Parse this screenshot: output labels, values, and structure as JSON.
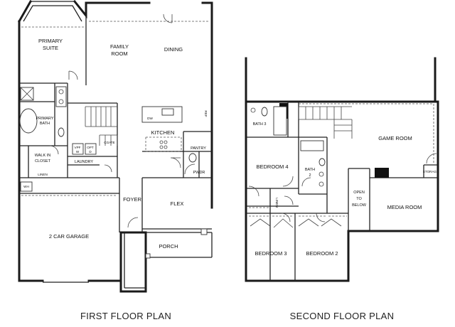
{
  "first_floor": {
    "caption": "FIRST FLOOR PLAN",
    "rooms": {
      "primary_suite_1": "PRIMARY",
      "primary_suite_2": "SUITE",
      "family_room_1": "FAMILY",
      "family_room_2": "ROOM",
      "dining": "DINING",
      "primary_bath_1": "PRIMARY",
      "primary_bath_2": "BATH",
      "kitchen": "KITCHEN",
      "dw": "DW",
      "ref": "REF",
      "walk_in_closet_1": "WALK IN",
      "walk_in_closet_2": "CLOSET",
      "linen": "LINEN",
      "vpf_w_1": "VPF",
      "vpf_w_2": "W",
      "vpf_d_1": "OPT",
      "vpf_d_2": "D",
      "cgate": "CGATE",
      "laundry": "LAUNDRY",
      "pantry": "PANTRY",
      "pwdr": "PWDR",
      "wh": "WH",
      "foyer": "FOYER",
      "flex": "FLEX",
      "garage": "2 CAR GARAGE",
      "porch": "PORCH"
    }
  },
  "second_floor": {
    "caption": "SECOND FLOOR PLAN",
    "rooms": {
      "bath_3": "BATH 3",
      "game_room": "GAME ROOM",
      "bedroom_4": "BEDROOM 4",
      "bath_2_1": "BATH",
      "bath_2_2": "2",
      "open_to_below_1": "OPEN",
      "open_to_below_2": "TO",
      "open_to_below_3": "BELOW",
      "media_room": "MEDIA ROOM",
      "linen": "LINEN",
      "storage": "STORAGE",
      "bedroom_3": "BEDROOM 3",
      "bedroom_2": "BEDROOM 2"
    }
  },
  "colors": {
    "wall": "#1a1a1a",
    "background": "#ffffff",
    "text": "#111111"
  }
}
